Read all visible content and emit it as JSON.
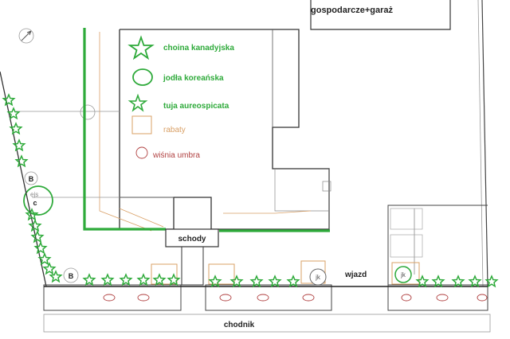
{
  "labels": {
    "outbuilding": "gospodarcze+garaż",
    "stairs": "schody",
    "driveway": "wjazd",
    "sidewalk": "chodnik",
    "tree_b1": "B",
    "tree_b2": "B",
    "tree_c": "c",
    "tree_ejs": "ejs",
    "tree_jk1": "jk",
    "tree_jk2": "jk"
  },
  "legend": [
    {
      "icon": "star-icon",
      "label": "choina kanadyjska",
      "color": "#2eaa3a"
    },
    {
      "icon": "circle-icon",
      "label": "jodła koreańska",
      "color": "#2eaa3a"
    },
    {
      "icon": "small-star-icon",
      "label": "tuja aureospicata",
      "color": "#2eaa3a"
    },
    {
      "icon": "square-icon",
      "label": "rabaty",
      "color": "#d9a066"
    },
    {
      "icon": "small-circle-icon",
      "label": "wiśnia umbra",
      "color": "#b04040"
    }
  ],
  "colors": {
    "green": "#2eaa3a",
    "structure": "#333333",
    "bed": "#d9a066",
    "cherry": "#b04040",
    "light_line": "#999999"
  }
}
